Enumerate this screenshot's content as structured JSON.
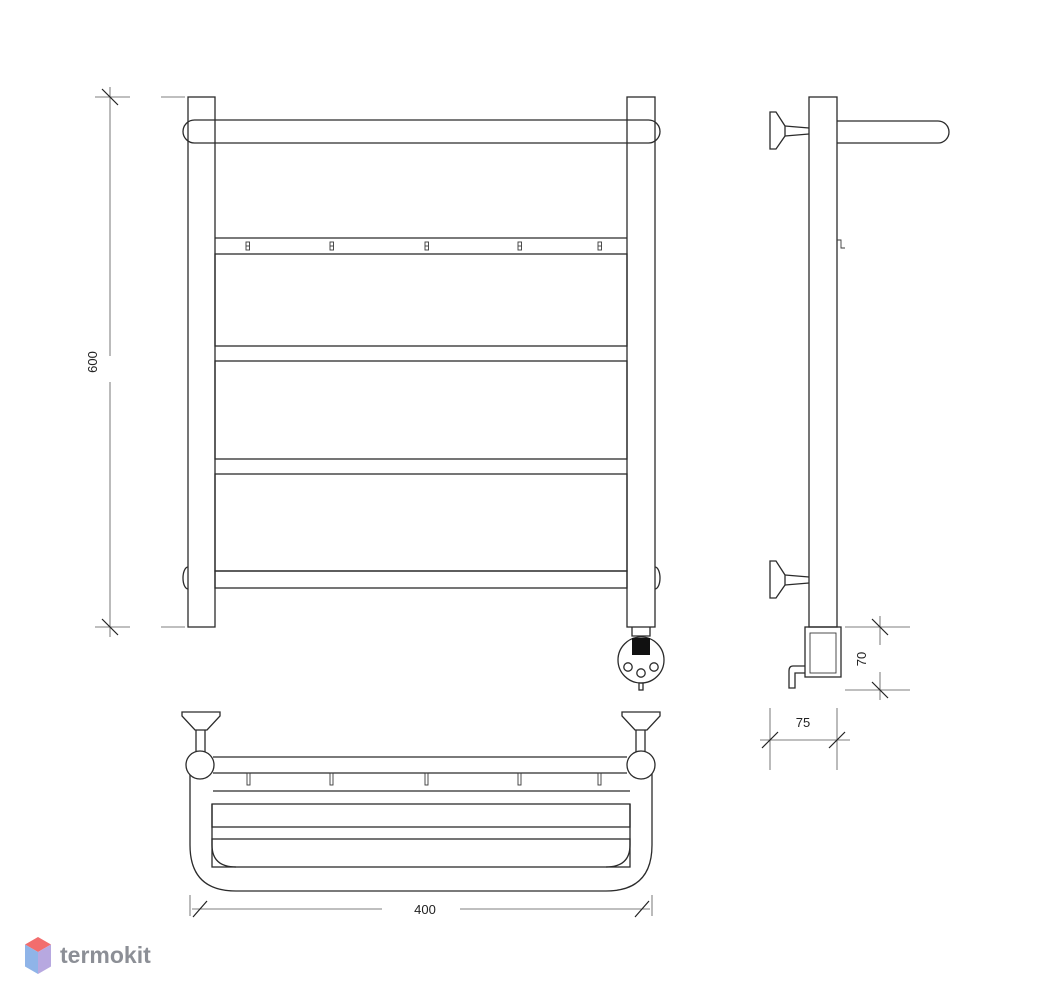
{
  "dimensions": {
    "height": "600",
    "width": "400",
    "depth": "75",
    "heater_height": "70"
  },
  "brand": {
    "name": "termokit",
    "text_color": "#8c8f96",
    "logo_colors": [
      "#f26d6d",
      "#8fb4e8",
      "#b7a8e0"
    ]
  },
  "colors": {
    "line": "#2b2b2b",
    "heater_panel": "#111111"
  }
}
